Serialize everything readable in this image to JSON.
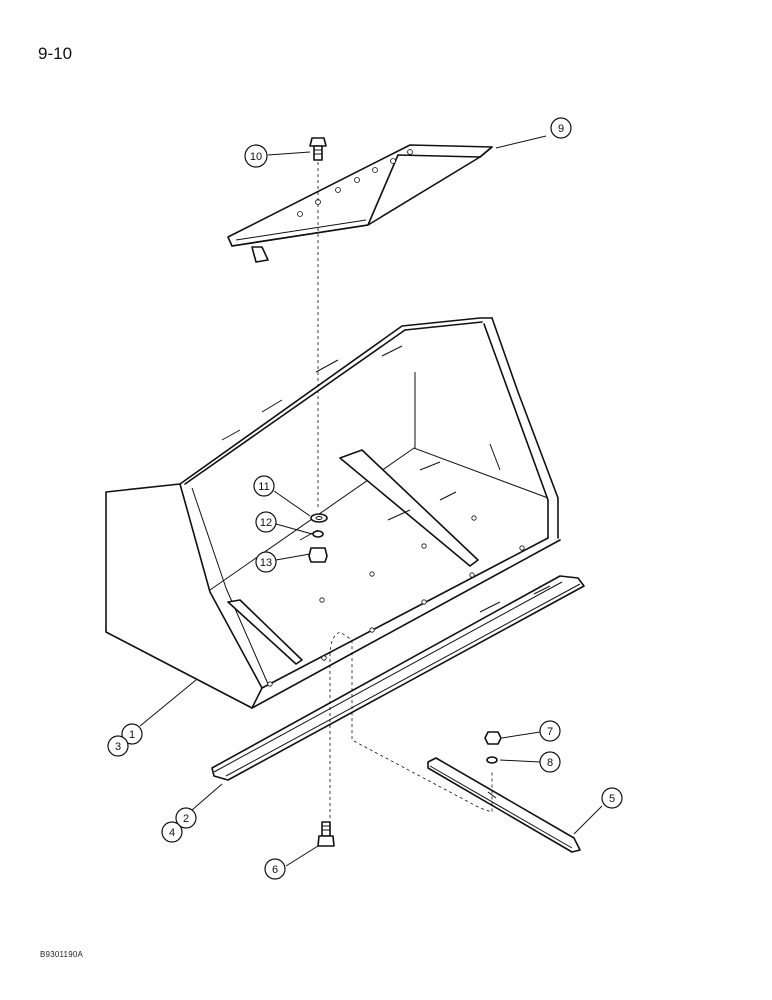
{
  "page": {
    "page_number": "9-10",
    "figure_code": "B9301190A"
  },
  "callouts": {
    "c1": "1",
    "c2": "2",
    "c3": "3",
    "c4": "4",
    "c5": "5",
    "c6": "6",
    "c7": "7",
    "c8": "8",
    "c9": "9",
    "c10": "10",
    "c11": "11",
    "c12": "12",
    "c13": "13"
  }
}
